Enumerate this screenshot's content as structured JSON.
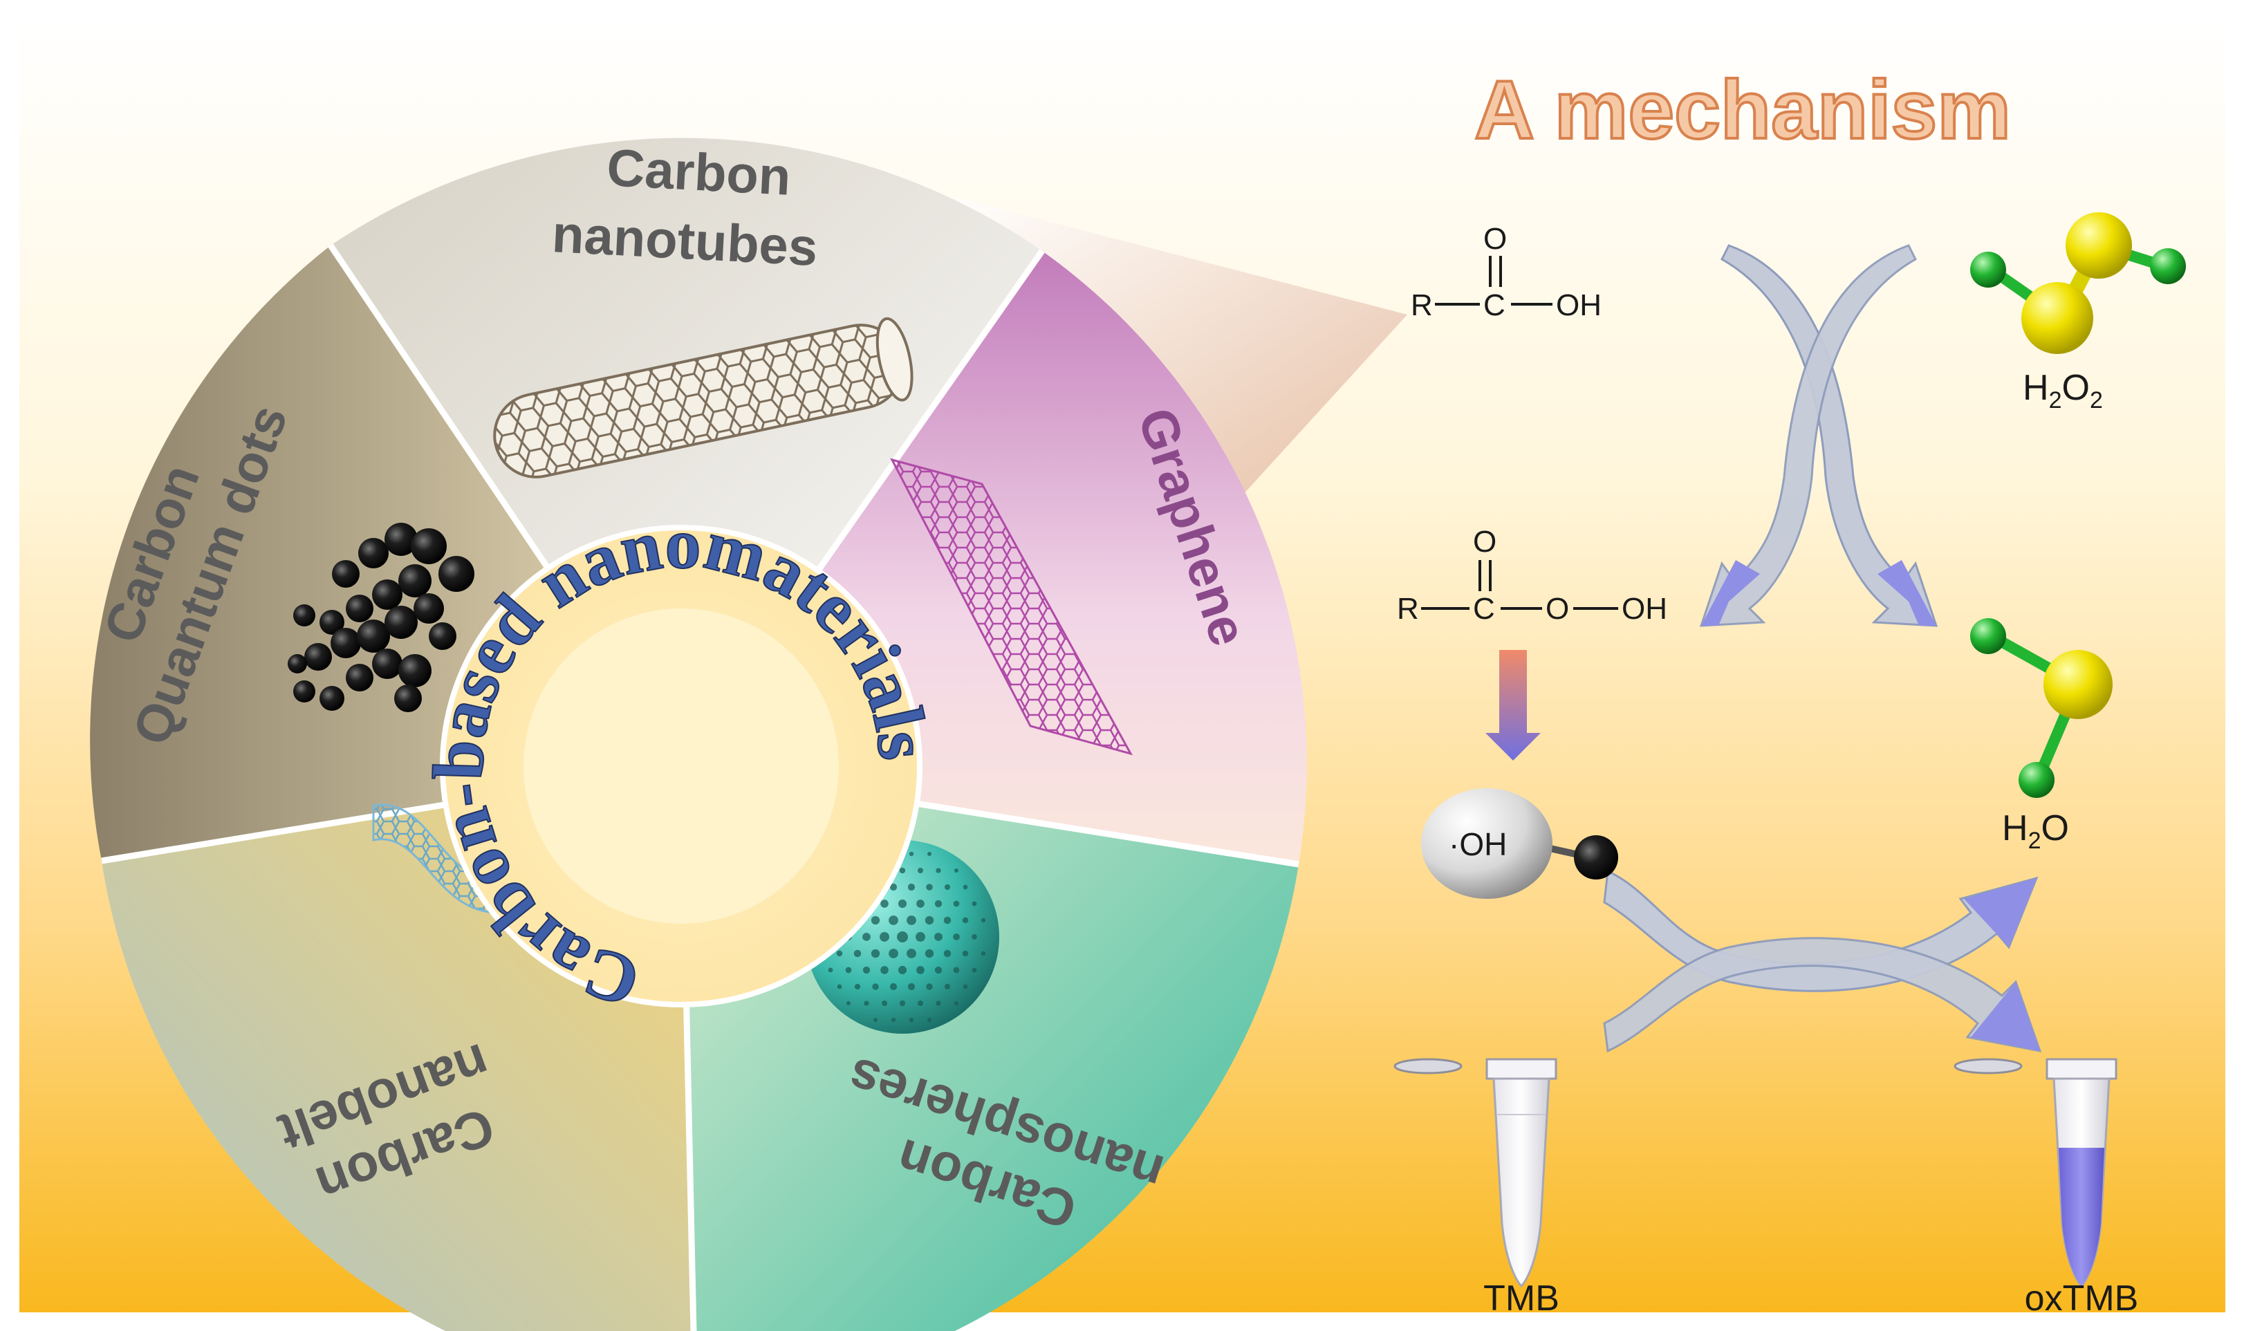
{
  "title": "A mechanism",
  "ring": {
    "center_text": "Carbon-based nanomaterials",
    "segments": [
      {
        "id": "nanotubes",
        "line1": "Carbon",
        "line2": "nanotubes"
      },
      {
        "id": "graphene",
        "line1": "Graphene",
        "line2": ""
      },
      {
        "id": "nanospheres",
        "line1": "Carbon",
        "line2": "nanospheres"
      },
      {
        "id": "nanobelt",
        "line1": "Carbon",
        "line2": "nanobelt"
      },
      {
        "id": "quantum_dots",
        "line1": "Carbon",
        "line2": "Quantum dots"
      }
    ]
  },
  "mechanism": {
    "acid": {
      "R": "R",
      "C": "C",
      "O": "O",
      "OH": "OH"
    },
    "peracid": {
      "R": "R",
      "C": "C",
      "O": "O",
      "O2": "O",
      "OH": "OH"
    },
    "h2o2": {
      "base": "H",
      "sub1": "2",
      "mid": "O",
      "sub2": "2"
    },
    "h2o": {
      "base": "H",
      "sub1": "2",
      "mid": "O"
    },
    "radical": "·OH",
    "tmb": "TMB",
    "oxtmb": "oxTMB"
  },
  "colors": {
    "title_fill": "#f6c9a6",
    "title_stroke": "#d9824e",
    "segment_label": "#5b5b5b",
    "graphene_label": "#8a4a8a",
    "center_text": "#3f5fa8",
    "arrow_fill": "#c4cad8",
    "arrow_tip": "#8f8fe6",
    "h_atom": "#22b532",
    "o_atom": "#f0e000",
    "oxtmb_liquid": "#7a74e2"
  }
}
